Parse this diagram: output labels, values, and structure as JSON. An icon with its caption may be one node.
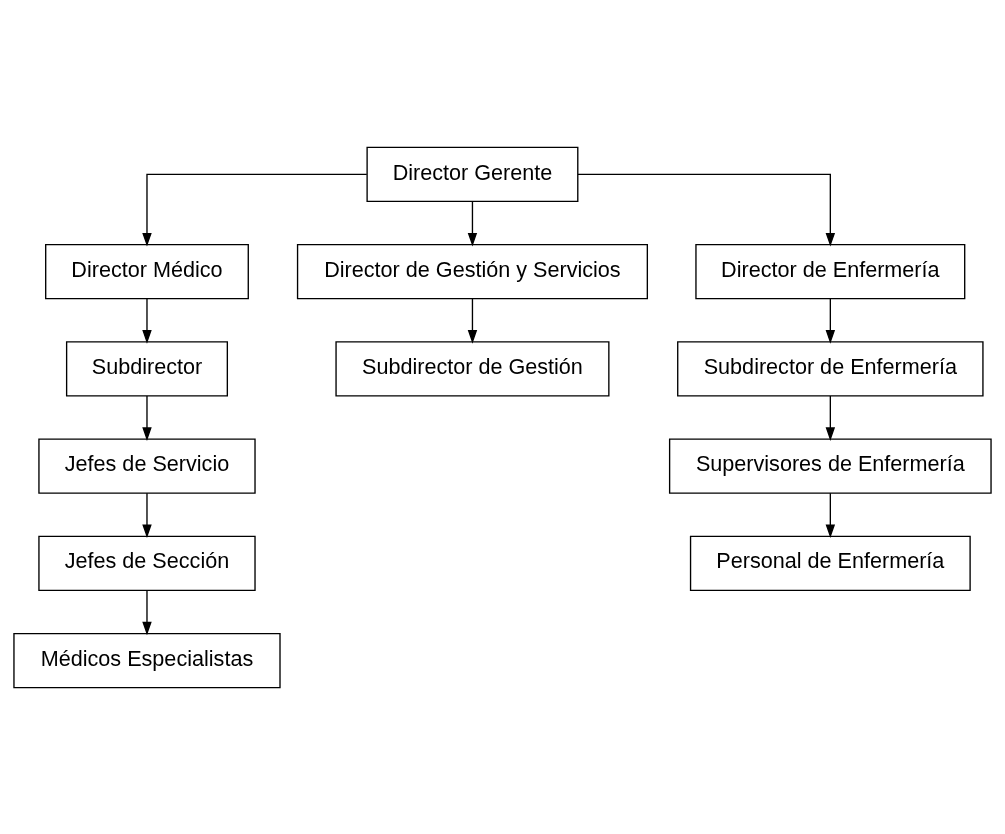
{
  "diagram": {
    "nodes": [
      {
        "text": [
          "Director Gerente"
        ]
      },
      {
        "text": [
          "Director Médico"
        ]
      },
      {
        "text": [
          "Director de Gestión y Servicios"
        ]
      },
      {
        "text": [
          "Director de Enfermería"
        ]
      },
      {
        "text": [
          "Subdirector"
        ]
      },
      {
        "text": [
          "Jefes de Servicio"
        ]
      },
      {
        "text": [
          "Jefes de Sección"
        ]
      },
      {
        "text": [
          "Médicos Especialistas"
        ]
      },
      {
        "text": [
          "Subdirector de Gestión"
        ]
      },
      {
        "text": [
          "Subdirector de Enfermería"
        ]
      },
      {
        "text": [
          "Supervisores de Enfermería"
        ]
      },
      {
        "text": [
          "Personal de Enfermería"
        ]
      }
    ],
    "edges": [
      {
        "from": 0,
        "to": 1,
        "arrow": "to"
      },
      {
        "from": 0,
        "to": 2,
        "arrow": "to"
      },
      {
        "from": 0,
        "to": 3,
        "arrow": "to"
      },
      {
        "from": 1,
        "to": 4,
        "arrow": "to"
      },
      {
        "from": 4,
        "to": 5,
        "arrow": "to"
      },
      {
        "from": 5,
        "to": 6,
        "arrow": "to"
      },
      {
        "from": 6,
        "to": 7,
        "arrow": "to"
      },
      {
        "from": 2,
        "to": 8,
        "arrow": "to"
      },
      {
        "from": 3,
        "to": 9,
        "arrow": "to"
      },
      {
        "from": 9,
        "to": 10,
        "arrow": "to"
      },
      {
        "from": 10,
        "to": 11,
        "arrow": "to"
      }
    ]
  }
}
